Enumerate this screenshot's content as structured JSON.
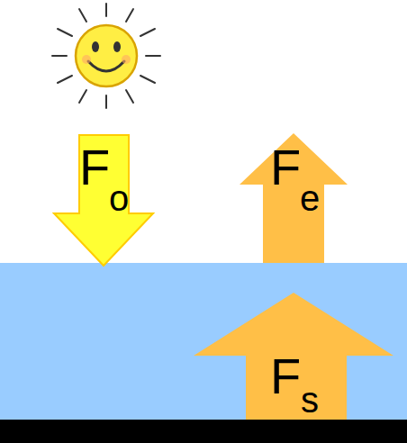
{
  "diagram": {
    "labels": [
      "F",
      "o",
      "F",
      "e",
      "F",
      "s"
    ]
  }
}
